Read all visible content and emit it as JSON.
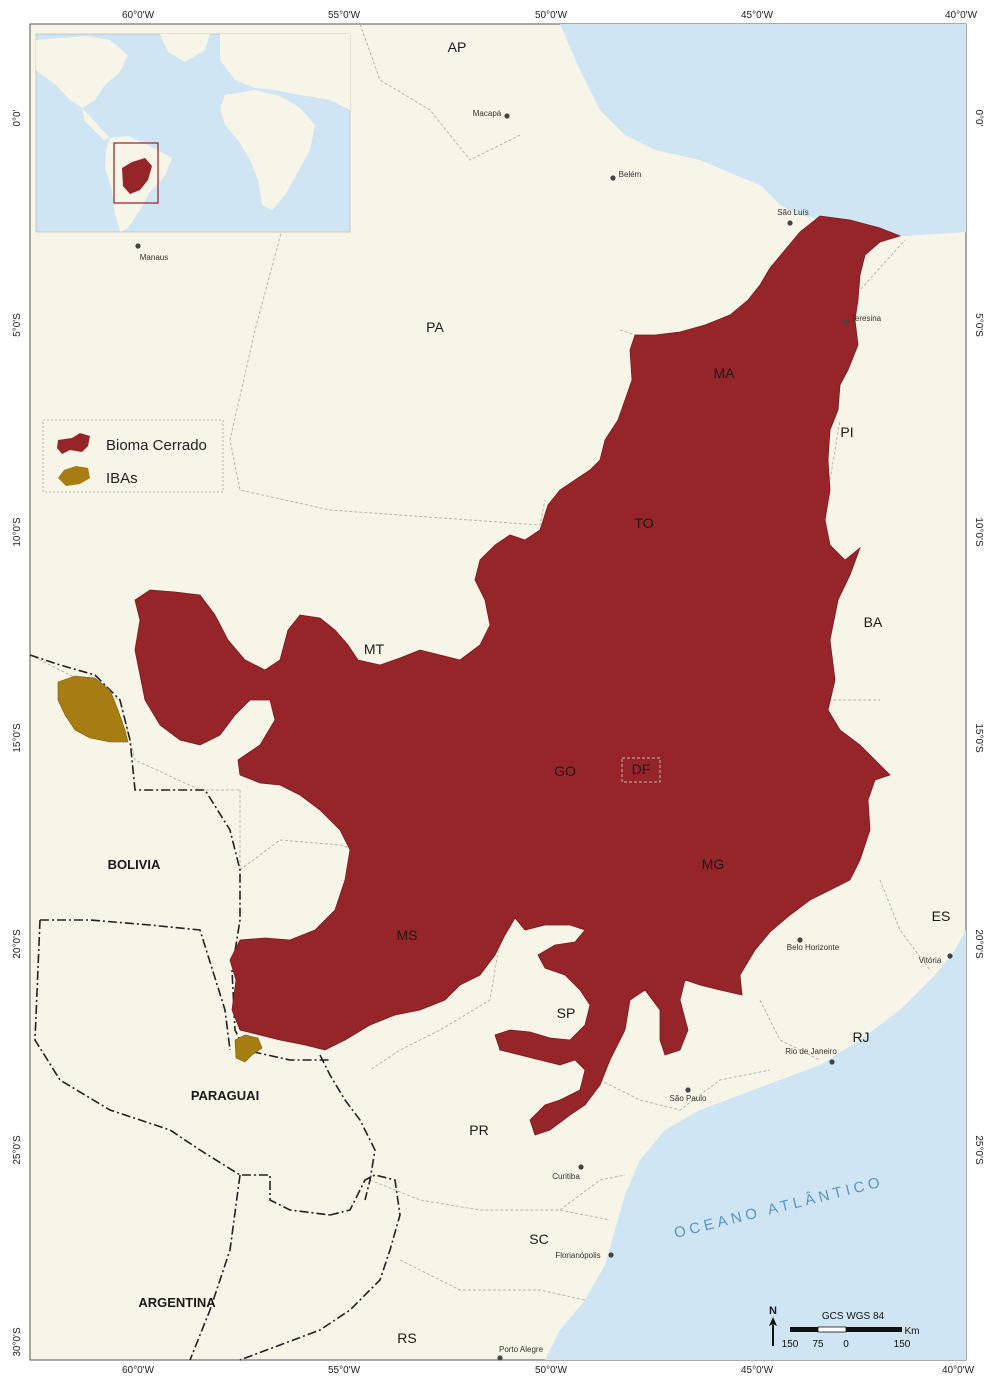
{
  "colors": {
    "land": "#f7f4e8",
    "water": "#cfe5f3",
    "cerrado": "#952529",
    "iba": "#a67c13",
    "inset_box": "#9b1d20"
  },
  "legend": {
    "items": [
      {
        "icon": "cerrado-swatch-icon",
        "label": "Bioma Cerrado"
      },
      {
        "icon": "iba-swatch-icon",
        "label": "IBAs"
      }
    ]
  },
  "graticule": {
    "top_lon": [
      "60°0'W",
      "55°0'W",
      "50°0'W",
      "45°0'W",
      "40°0'W"
    ],
    "bottom_lon": [
      "60°0'W",
      "55°0'W",
      "50°0'W",
      "45°0'W",
      "40°0'W"
    ],
    "left_lat": [
      "0°0'",
      "5°0'S",
      "10°0'S",
      "15°0'S",
      "20°0'S",
      "25°0'S",
      "30°0'S"
    ],
    "right_lat": [
      "0°0'",
      "5°0'S",
      "10°0'S",
      "15°0'S",
      "20°0'S",
      "25°0'S"
    ]
  },
  "states": [
    "AP",
    "PA",
    "MA",
    "PI",
    "TO",
    "BA",
    "MT",
    "GO",
    "DF",
    "MG",
    "ES",
    "MS",
    "SP",
    "RJ",
    "PR",
    "SC",
    "RS"
  ],
  "countries": [
    "BOLIVIA",
    "PARAGUAI",
    "ARGENTINA"
  ],
  "cities": [
    "Macapá",
    "Belém",
    "São Luís",
    "Teresina",
    "Manaus",
    "Belo Horizonte",
    "Vitória",
    "Rio de Janeiro",
    "São Paulo",
    "Curitiba",
    "Florianópolis",
    "Porto Alegre"
  ],
  "ocean_label": "OCEANO ATLÂNTICO",
  "scale": {
    "crs": "GCS WGS 84",
    "north": "N",
    "unit": "Km",
    "ticks": [
      "150",
      "75",
      "0",
      "150"
    ]
  }
}
